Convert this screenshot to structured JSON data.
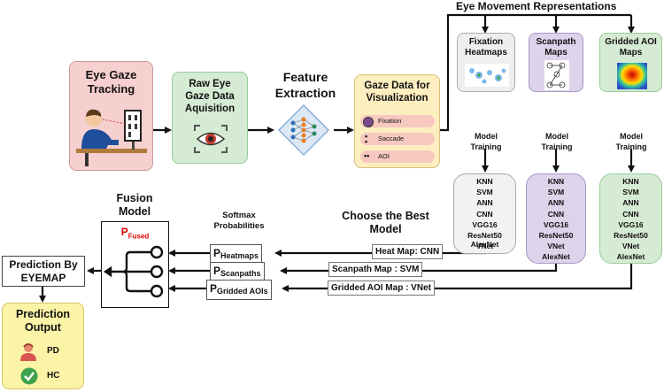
{
  "header": {
    "eye_movement": "Eye Movement Representations"
  },
  "stages": {
    "tracking": "Eye Gaze Tracking",
    "acquisition": "Raw Eye Gaze Data Aquisition",
    "feature": "Feature Extraction",
    "visualization": "Gaze Data for Visualization"
  },
  "gaze_items": [
    "Fixation",
    "Saccade",
    "AOI"
  ],
  "representations": [
    {
      "title": "Fixation Heatmaps",
      "color": "#eeeeee"
    },
    {
      "title": "Scanpath Maps",
      "color": "#ddd3ea"
    },
    {
      "title": "Gridded AOI Maps",
      "color": "#d6ebd3"
    }
  ],
  "model_training": "Model Training",
  "models": [
    "KNN",
    "SVM",
    "ANN",
    "CNN",
    "VGG16",
    "ResNet50",
    "VNet",
    "AlexNet"
  ],
  "best": {
    "title": "Choose the Best Model",
    "choices": [
      "Heat Map: CNN",
      "Scanpath Map : SVM",
      "Gridded AOI Map : VNet"
    ]
  },
  "softmax": "Softmax Probabilities",
  "probs": [
    {
      "p": "P",
      "sub": "Heatmaps"
    },
    {
      "p": "P",
      "sub": "Scanpaths"
    },
    {
      "p": "P",
      "sub": "Gridded AOIs"
    }
  ],
  "fusion": {
    "title": "Fusion Model",
    "p": "P",
    "sub": "Fused"
  },
  "prediction": "Prediction By EYEMAP",
  "output": {
    "title": "Prediction Output",
    "classes": [
      "PD",
      "HC"
    ]
  },
  "colors": {
    "tracking": "#f6cfcf",
    "acquisition": "#d6ebd3",
    "visualization": "#fdeec0",
    "fused": "#e00000",
    "output": "#fbf3a6"
  }
}
